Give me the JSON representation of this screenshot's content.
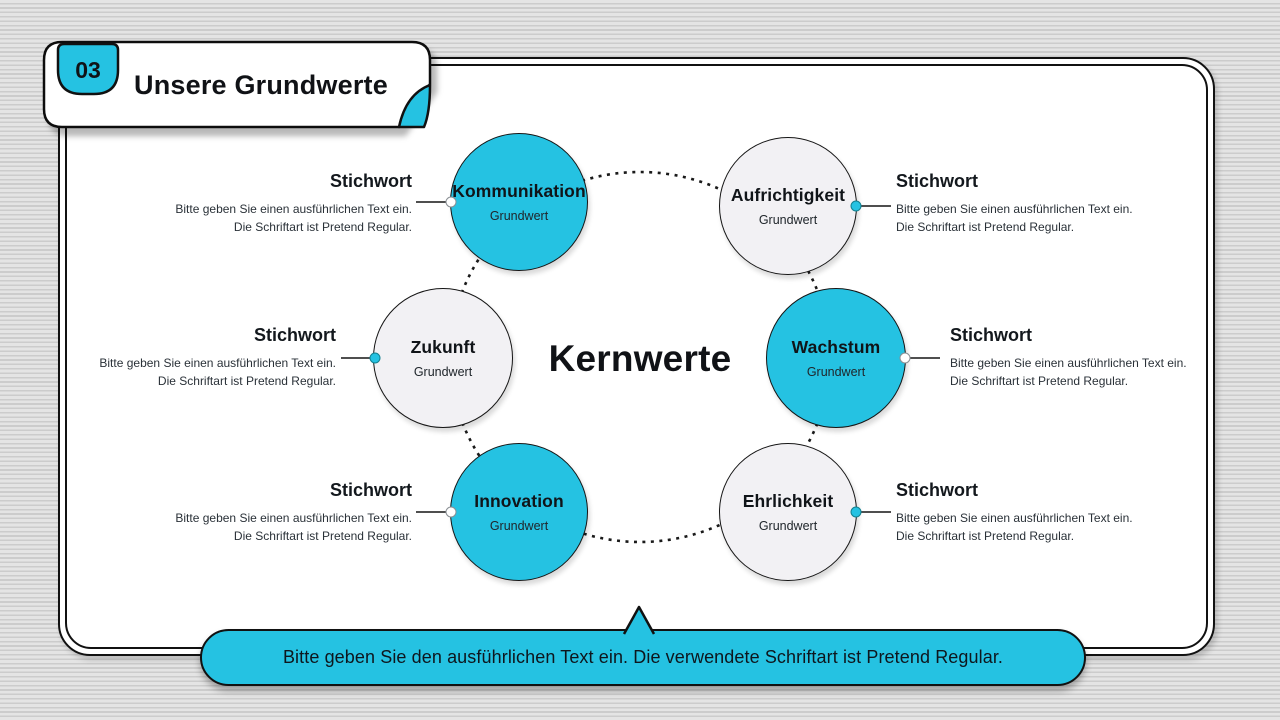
{
  "page": {
    "number": "03",
    "title": "Unsere Grundwerte",
    "center_label": "Kernwerte",
    "footer_note": "Bitte geben Sie den ausführlichen Text ein. Die verwendete Schriftart ist Pretend Regular."
  },
  "colors": {
    "accent_cyan": "#25c2e2",
    "circle_gray": "#f2f1f4",
    "ink": "#111111",
    "background_stripe_light": "#e4e4e4",
    "background_stripe_dark": "#cccccc"
  },
  "values": [
    {
      "name": "Kommunikation",
      "subtitle": "Grundwert",
      "variant": "accent",
      "side": "left",
      "annotation": {
        "heading": "Stichwort",
        "line1": "Bitte geben Sie einen ausführlichen Text ein.",
        "line2": "Die Schriftart ist Pretend Regular."
      }
    },
    {
      "name": "Aufrichtigkeit",
      "subtitle": "Grundwert",
      "variant": "gray",
      "side": "right",
      "annotation": {
        "heading": "Stichwort",
        "line1": "Bitte geben Sie einen ausführlichen Text ein.",
        "line2": "Die Schriftart ist Pretend Regular."
      }
    },
    {
      "name": "Zukunft",
      "subtitle": "Grundwert",
      "variant": "gray",
      "side": "left",
      "annotation": {
        "heading": "Stichwort",
        "line1": "Bitte geben Sie einen ausführlichen Text ein.",
        "line2": "Die Schriftart ist Pretend Regular."
      }
    },
    {
      "name": "Wachstum",
      "subtitle": "Grundwert",
      "variant": "accent",
      "side": "right",
      "annotation": {
        "heading": "Stichwort",
        "line1": "Bitte geben Sie einen ausführlichen Text ein.",
        "line2": "Die Schriftart ist Pretend Regular."
      }
    },
    {
      "name": "Innovation",
      "subtitle": "Grundwert",
      "variant": "accent",
      "side": "left",
      "annotation": {
        "heading": "Stichwort",
        "line1": "Bitte geben Sie einen ausführlichen Text ein.",
        "line2": "Die Schriftart ist Pretend Regular."
      }
    },
    {
      "name": "Ehrlichkeit",
      "subtitle": "Grundwert",
      "variant": "gray",
      "side": "right",
      "annotation": {
        "heading": "Stichwort",
        "line1": "Bitte geben Sie einen ausführlichen Text ein.",
        "line2": "Die Schriftart ist Pretend Regular."
      }
    }
  ]
}
